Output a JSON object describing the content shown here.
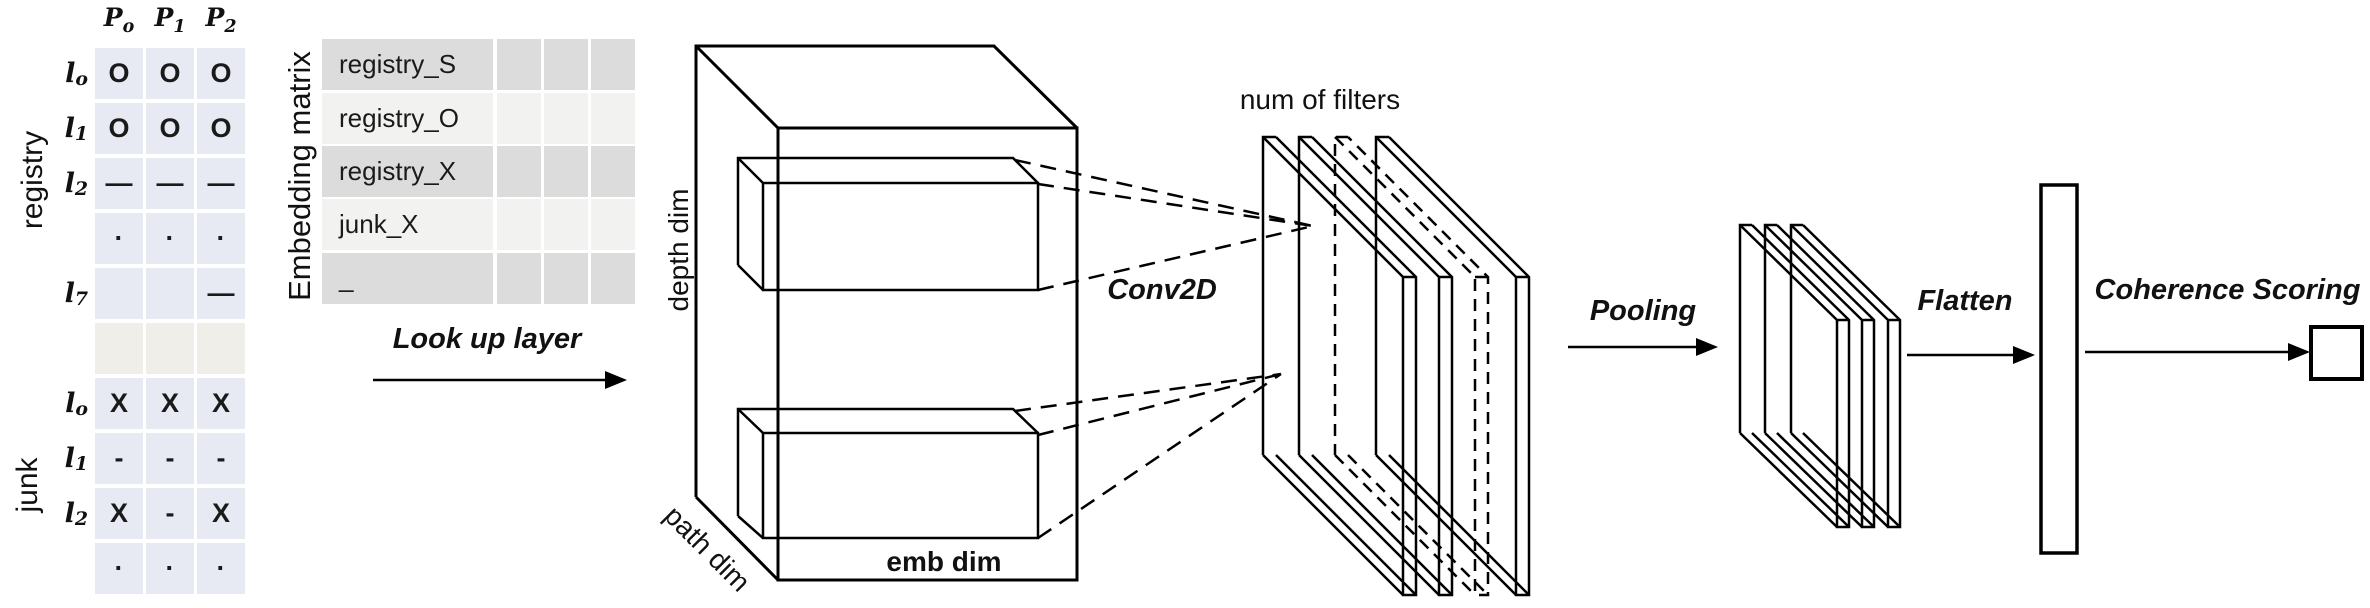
{
  "colors": {
    "cell_bg": "#e8eaf3",
    "separator_bg": "#efeee9",
    "matrix_row_dark": "#dcdcdc",
    "matrix_row_light": "#f2f2f0",
    "stroke": "#000000"
  },
  "path_table": {
    "col_headers": [
      {
        "base": "P",
        "sub": "o"
      },
      {
        "base": "P",
        "sub": "1"
      },
      {
        "base": "P",
        "sub": "2"
      }
    ],
    "registry_label": "registry",
    "junk_label": "junk",
    "registry_rows": [
      {
        "label_base": "l",
        "label_sub": "o",
        "cells": [
          "O",
          "O",
          "O"
        ]
      },
      {
        "label_base": "l",
        "label_sub": "1",
        "cells": [
          "O",
          "O",
          "O"
        ]
      },
      {
        "label_base": "l",
        "label_sub": "2",
        "cells": [
          "—",
          "—",
          "—"
        ]
      },
      {
        "label_base": "",
        "label_sub": "",
        "cells": [
          "·",
          "·",
          "·"
        ]
      },
      {
        "label_base": "l",
        "label_sub": "7",
        "cells": [
          "",
          "",
          "—"
        ]
      }
    ],
    "junk_rows": [
      {
        "label_base": "l",
        "label_sub": "o",
        "cells": [
          "X",
          "X",
          "X"
        ]
      },
      {
        "label_base": "l",
        "label_sub": "1",
        "cells": [
          "-",
          "-",
          "-"
        ]
      },
      {
        "label_base": "l",
        "label_sub": "2",
        "cells": [
          "X",
          "-",
          "X"
        ]
      },
      {
        "label_base": "",
        "label_sub": "",
        "cells": [
          "·",
          "·",
          "·"
        ]
      }
    ]
  },
  "embedding_matrix": {
    "title": "Embedding matrix",
    "rows": [
      "registry_S",
      "registry_O",
      "registry_X",
      "junk_X",
      "_"
    ]
  },
  "stages": {
    "lookup": "Look up layer",
    "conv": "Conv2D",
    "pooling": "Pooling",
    "flatten": "Flatten",
    "scoring": "Coherence Scoring"
  },
  "conv_block": {
    "depth_label": "depth dim",
    "path_label": "path dim",
    "emb_label": "emb dim",
    "num_filters_label": "num of filters"
  }
}
